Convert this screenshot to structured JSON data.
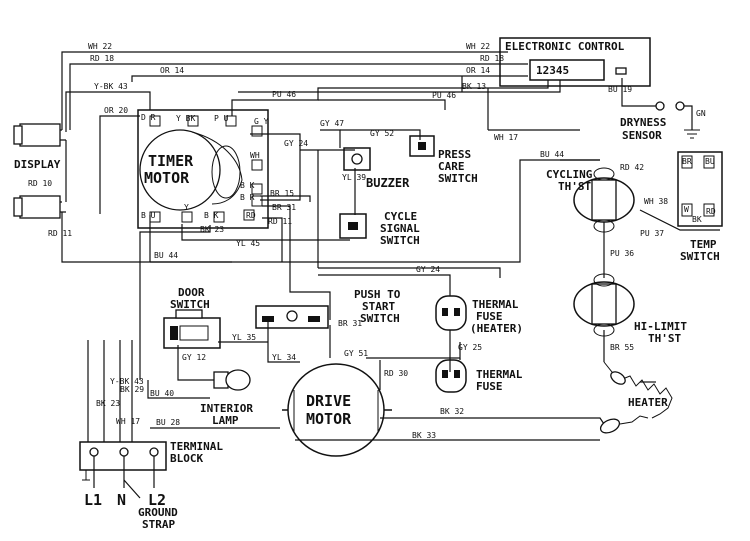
{
  "components": {
    "electronic_control": "ELECTRONIC CONTROL",
    "control_terminals": "12345",
    "dryness_sensor_1": "DRYNESS",
    "dryness_sensor_2": "SENSOR",
    "display": "DISPLAY",
    "timer_motor_1": "TIMER",
    "timer_motor_2": "MOTOR",
    "buzzer": "BUZZER",
    "press_care_1": "PRESS",
    "press_care_2": "CARE",
    "press_care_3": "SWITCH",
    "cycle_signal_1": "CYCLE",
    "cycle_signal_2": "SIGNAL",
    "cycle_signal_3": "SWITCH",
    "cycling_thst_1": "CYCLING",
    "cycling_thst_2": "TH'ST",
    "temp_switch_1": "TEMP",
    "temp_switch_2": "SWITCH",
    "push_to_start_1": "PUSH TO",
    "push_to_start_2": "START",
    "push_to_start_3": "SWITCH",
    "door_switch_1": "DOOR",
    "door_switch_2": "SWITCH",
    "thermal_fuse_heater_1": "THERMAL",
    "thermal_fuse_heater_2": "FUSE",
    "thermal_fuse_heater_3": "(HEATER)",
    "thermal_fuse_1": "THERMAL",
    "thermal_fuse_2": "FUSE",
    "hi_limit_1": "HI-LIMIT",
    "hi_limit_2": "TH'ST",
    "heater": "HEATER",
    "interior_lamp_1": "INTERIOR",
    "interior_lamp_2": "LAMP",
    "drive_motor_1": "DRIVE",
    "drive_motor_2": "MOTOR",
    "terminal_block_1": "TERMINAL",
    "terminal_block_2": "BLOCK",
    "l1": "L1",
    "n": "N",
    "l2": "L2",
    "ground_strap_1": "GROUND",
    "ground_strap_2": "STRAP"
  },
  "timer_terminals": {
    "dr": "D R",
    "ybk": "Y BK",
    "pu": "P U",
    "gy": "G Y",
    "wh": "WH",
    "bk": "B K",
    "br": "B R",
    "rd": "RD",
    "bu": "B U",
    "y": "Y",
    "bk2": "B K"
  },
  "temp_terminals": {
    "br": "BR",
    "bu": "BU",
    "w": "W",
    "bk": "BK",
    "rd": "RD"
  },
  "wires": {
    "wh22_a": "WH 22",
    "wh22_b": "WH 22",
    "rd18_a": "RD 18",
    "rd18_b": "RD 18",
    "or14_a": "OR 14",
    "or14_b": "OR 14",
    "ybk43_a": "Y-BK 43",
    "ybk43_b": "Y-BK 43",
    "bk13": "BK 13",
    "or20": "OR 20",
    "pu46_a": "PU 46",
    "pu46_b": "PU 46",
    "bu19": "BU 19",
    "gn": "GN",
    "wh17_a": "WH 17",
    "wh17_b": "WH 17",
    "gy47": "GY 47",
    "gy52": "GY 52",
    "gy24_a": "GY 24",
    "gy24_b": "GY 24",
    "yl39": "YL 39",
    "rd10": "RD 10",
    "rd11_a": "RD 11",
    "rd11_b": "RD 11",
    "br15": "BR 15",
    "br31_a": "BR 31",
    "br31_b": "BR 31",
    "bk23": "BK 23",
    "yl45": "YL 45",
    "bu44_a": "BU 44",
    "bu44_b": "BU 44",
    "rd42": "RD 42",
    "wh38": "WH 38",
    "pu37": "PU 37",
    "pu36": "PU 36",
    "br55": "BR 55",
    "yl35": "YL 35",
    "gy12": "GY 12",
    "yl34": "YL 34",
    "gy51": "GY 51",
    "rd30": "RD 30",
    "gy25": "GY 25",
    "bu40": "BU 40",
    "bu28": "BU 28",
    "bk23b": "BK 23",
    "bk29": "BK 29",
    "bk32": "BK 32",
    "bk33": "BK 33"
  }
}
